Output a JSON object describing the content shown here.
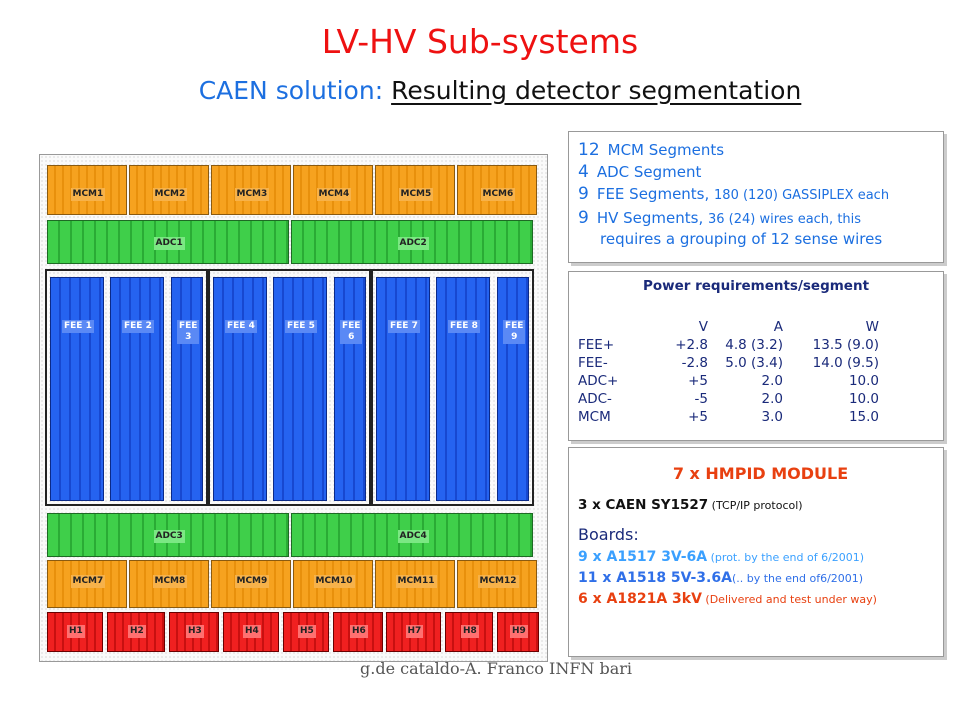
{
  "title": "LV-HV Sub-systems",
  "subtitle": {
    "prefix": "CAEN solution",
    "colon": ":",
    "underlined": "Resulting detector segmentation"
  },
  "footer": "g.de cataldo-A. Franco INFN bari",
  "detector": {
    "mcm_top": [
      "MCM1",
      "MCM2",
      "MCM3",
      "MCM4",
      "MCM5",
      "MCM6"
    ],
    "adc_top": [
      "ADC1",
      "ADC2"
    ],
    "fee": [
      "FEE 1",
      "FEE 2",
      "FEE\n3",
      "FEE 4",
      "FEE 5",
      "FEE\n6",
      "FEE 7",
      "FEE 8",
      "FEE\n9"
    ],
    "adc_bottom": [
      "ADC3",
      "ADC4"
    ],
    "mcm_bottom": [
      "MCM7",
      "MCM8",
      "MCM9",
      "MCM10",
      "MCM11",
      "MCM12"
    ],
    "hv": [
      "H1",
      "H2",
      "H3",
      "H4",
      "H5",
      "H6",
      "H7",
      "H8",
      "H9"
    ],
    "colors": {
      "mcm": "#f6a21f",
      "adc": "#3fcf4a",
      "fee": "#2563f0",
      "hv": "#f02020"
    }
  },
  "segments": [
    {
      "num": "12",
      "text": "MCM Segments",
      "small": ""
    },
    {
      "num": "4",
      "text": "ADC Segment",
      "small": ""
    },
    {
      "num": "9",
      "text": "FEE Segments, ",
      "small": "180 (120) GASSIPLEX each"
    },
    {
      "num": "9",
      "text": "HV Segments, ",
      "small": "36 (24) wires each, this",
      "line2": "requires a  grouping of 12 sense wires"
    }
  ],
  "power": {
    "heading": "Power requirements/segment",
    "columns": [
      "",
      "V",
      "A",
      "W"
    ],
    "rows": [
      [
        "FEE+",
        "+2.8",
        "4.8 (3.2)",
        "13.5 (9.0)"
      ],
      [
        "FEE-",
        "-2.8",
        "5.0 (3.4)",
        "14.0 (9.5)"
      ],
      [
        "ADC+",
        "+5",
        "2.0",
        "10.0"
      ],
      [
        "ADC-",
        "-5",
        "2.0",
        "10.0"
      ],
      [
        "MCM",
        "+5",
        "3.0",
        "15.0"
      ]
    ]
  },
  "hmpid": {
    "heading": "7 x HMPID MODULE",
    "caen": "3 x CAEN SY1527",
    "caen_note": " (TCP/IP protocol)",
    "boards_label": "Boards:",
    "boards": [
      {
        "bold": "9 x A1517 3V-6A",
        "note": " (prot.  by the end of 6/2001)",
        "color": "#3aa0ff"
      },
      {
        "bold": "11 x A1518 5V-3.6A",
        "note": "(.. by the end of6/2001)",
        "color": "#2f6fe8"
      },
      {
        "bold": "6 x A1821A 3kV",
        "note": " (Delivered and test under way)",
        "color": "#e84010"
      }
    ]
  }
}
